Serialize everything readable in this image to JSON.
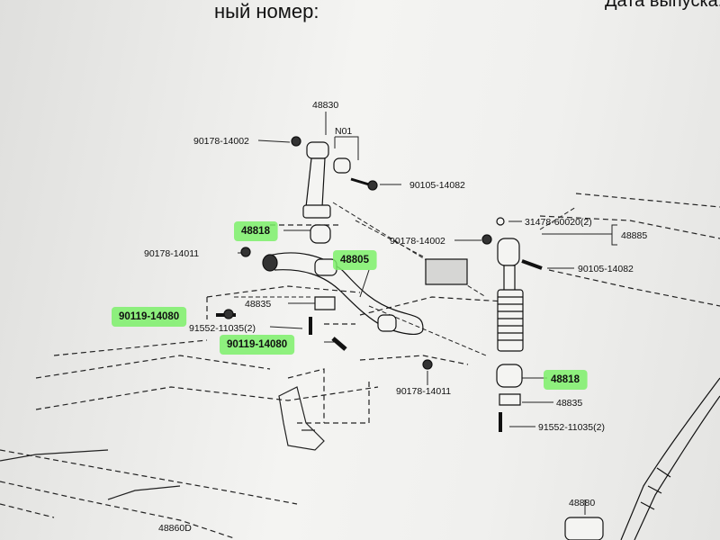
{
  "header": {
    "left_text": "ный номер:",
    "right_text": "Дата выпуска:"
  },
  "highlight_color": "#7df06a",
  "callouts": [
    {
      "id": "48830",
      "text": "48830",
      "highlighted": false
    },
    {
      "id": "N01",
      "text": "N01",
      "highlighted": false
    },
    {
      "id": "90178-14002-a",
      "text": "90178-14002",
      "highlighted": false
    },
    {
      "id": "90105-14082-a",
      "text": "90105-14082",
      "highlighted": false
    },
    {
      "id": "48818-a",
      "text": "48818",
      "highlighted": true
    },
    {
      "id": "31478-60020",
      "text": "31478-60020(2)",
      "highlighted": false
    },
    {
      "id": "90178-14002-b",
      "text": "90178-14002",
      "highlighted": false
    },
    {
      "id": "48885",
      "text": "48885",
      "highlighted": false
    },
    {
      "id": "90178-14011-a",
      "text": "90178-14011",
      "highlighted": false
    },
    {
      "id": "48805",
      "text": "48805",
      "highlighted": true
    },
    {
      "id": "90105-14082-b",
      "text": "90105-14082",
      "highlighted": false
    },
    {
      "id": "48835-a",
      "text": "48835",
      "highlighted": false
    },
    {
      "id": "90119-14080-a",
      "text": "90119-14080",
      "highlighted": true
    },
    {
      "id": "91552-11035-a",
      "text": "91552-11035(2)",
      "highlighted": false
    },
    {
      "id": "90119-14080-b",
      "text": "90119-14080",
      "highlighted": true
    },
    {
      "id": "48818-b",
      "text": "48818",
      "highlighted": true
    },
    {
      "id": "90178-14011-b",
      "text": "90178-14011",
      "highlighted": false
    },
    {
      "id": "48835-b",
      "text": "48835",
      "highlighted": false
    },
    {
      "id": "91552-11035-b",
      "text": "91552-11035(2)",
      "highlighted": false
    },
    {
      "id": "48880",
      "text": "48880",
      "highlighted": false
    },
    {
      "id": "48860D",
      "text": "48860D",
      "highlighted": false
    }
  ]
}
